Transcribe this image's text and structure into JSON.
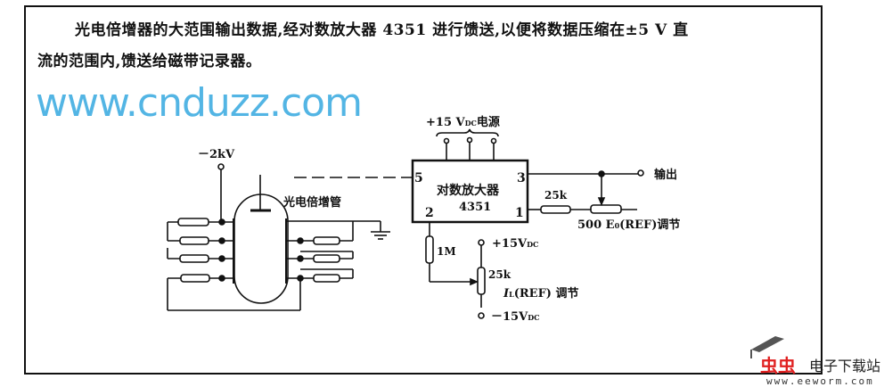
{
  "description_text": {
    "line1": "光电倍增器的大范围输出数据,经对数放大器 4351 进行馈送,以便将数据压缩在±5 V 直",
    "line2": "流的范围内,馈送给磁带记录器。"
  },
  "circuit": {
    "hv_supply": "－2kV",
    "pmt_label": "光电倍增管",
    "power_label": "+15 V",
    "power_sub": "DC",
    "power_suffix": "电源",
    "ic_title": "对数放大器",
    "ic_part": "4351",
    "pin5": "5",
    "pin3": "3",
    "pin2": "2",
    "pin1": "1",
    "r_1m": "1M",
    "pos_supply": "+15V",
    "pos_supply_sub": "DC",
    "pot_25k": "25k",
    "il_label": "I",
    "il_sub": "L",
    "il_suffix": "(REF) 调节",
    "neg_supply": "－15V",
    "neg_supply_sub": "DC",
    "output_label": "输出",
    "r_25k": "25k",
    "eo_prefix": "500 E",
    "eo_sub": "0",
    "eo_suffix": "(REF)调节"
  },
  "watermark": "www.cnduzz.com",
  "logo": {
    "brand": "虫虫",
    "site": "电子下载站",
    "url": "www.eeworm.com"
  }
}
